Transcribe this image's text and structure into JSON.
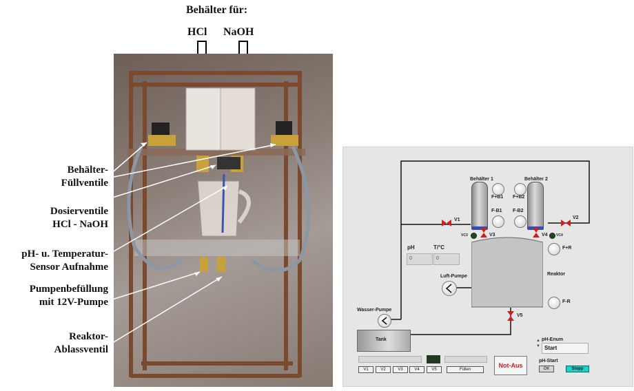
{
  "photo": {
    "heading": "Behälter für:",
    "chemicals": [
      "HCl",
      "NaOH"
    ],
    "annotations": [
      {
        "lines": [
          "Behälter-",
          "Füllventile"
        ]
      },
      {
        "lines": [
          "Dosierventile",
          "HCl  - NaOH"
        ]
      },
      {
        "lines": [
          "pH- u. Temperatur-",
          "Sensor Aufnahme"
        ]
      },
      {
        "lines": [
          "Pumpenbefüllung",
          "mit 12V-Pumpe"
        ]
      },
      {
        "lines": [
          "Reaktor-",
          "Ablassventil"
        ]
      }
    ]
  },
  "gui": {
    "container1": "Behälter 1",
    "container2": "Behälter 2",
    "btn_fb1_top": "F+B1",
    "btn_fb1_bottom": "F-B1",
    "btn_fb2_top": "F+B2",
    "btn_fb2_bottom": "F-B2",
    "btn_fr_top": "F+R",
    "btn_fr_bottom": "F-R",
    "valves": {
      "v1": "V1",
      "v2": "V2",
      "v3": "V3",
      "v4": "V4",
      "v5": "V5"
    },
    "vc3": "VC3",
    "vc4": "VC4",
    "ph_label": "pH",
    "t_label": "T/°C",
    "ph_value": "0",
    "t_value": "0",
    "reactor": "Reaktor",
    "air_pump": "Luft-Pumpe",
    "water_pump": "Wasser-Pumpe",
    "tank": "Tank",
    "ph_enum_label": "pH-Enum",
    "ph_enum_value": "Start",
    "ph_start_label": "pH-Start",
    "ok": "OK",
    "stop": "Stopp",
    "not_aus": "Not-Aus",
    "buttons": [
      "V1",
      "V2",
      "V3",
      "V4",
      "V5"
    ],
    "fill": "Füllen",
    "colors": {
      "pipe": "#111111",
      "valve": "#cc1f1f",
      "not_aus_text": "#cc1f1f",
      "stop_bg": "#19d3c5",
      "led": "#1b4d1b"
    }
  }
}
